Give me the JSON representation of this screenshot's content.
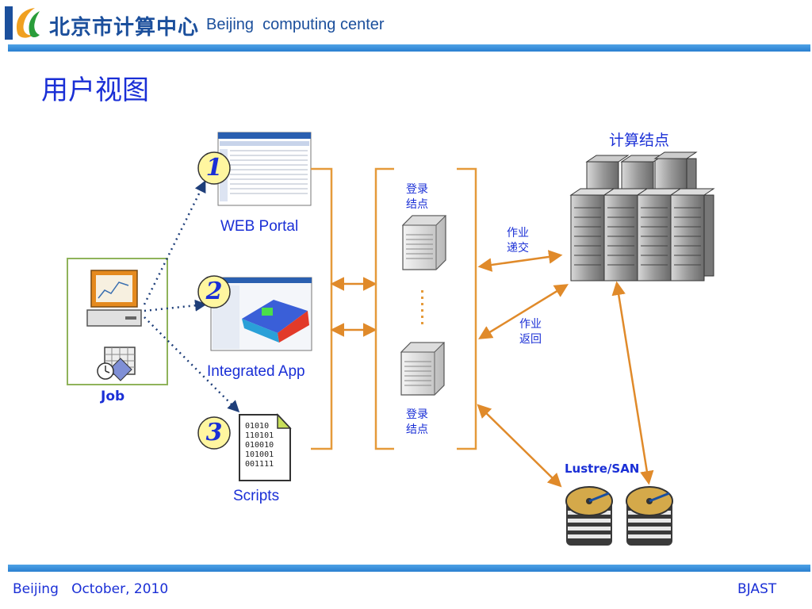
{
  "header": {
    "logo_text": "北京市计算中心",
    "title_en": "Beijing  computing center"
  },
  "page_title": "用户视图",
  "user": {
    "job_label": "Job"
  },
  "access": [
    {
      "number": "1",
      "label": "WEB Portal"
    },
    {
      "number": "2",
      "label": "Integrated App"
    },
    {
      "number": "3",
      "label": "Scripts"
    }
  ],
  "login_nodes": {
    "top_label": "登录\n结点",
    "bottom_label": "登录\n结点"
  },
  "compute": {
    "label": "计算结点",
    "submit_label": "作业\n递交",
    "return_label": "作业\n返回"
  },
  "storage": {
    "label": "Lustre/SAN"
  },
  "scripts_doc": {
    "lines": [
      "01010",
      "110101",
      "010010",
      "101001",
      "001111"
    ]
  },
  "footer": {
    "left": "Beijing   October, 2010",
    "right": "BJAST"
  },
  "colors": {
    "accent": "#1a2fd6",
    "bracket": "#e59a3a",
    "arrow": "#e08a2a",
    "dotted": "#1f3f7a",
    "header_bar": "#2a7fd0"
  }
}
